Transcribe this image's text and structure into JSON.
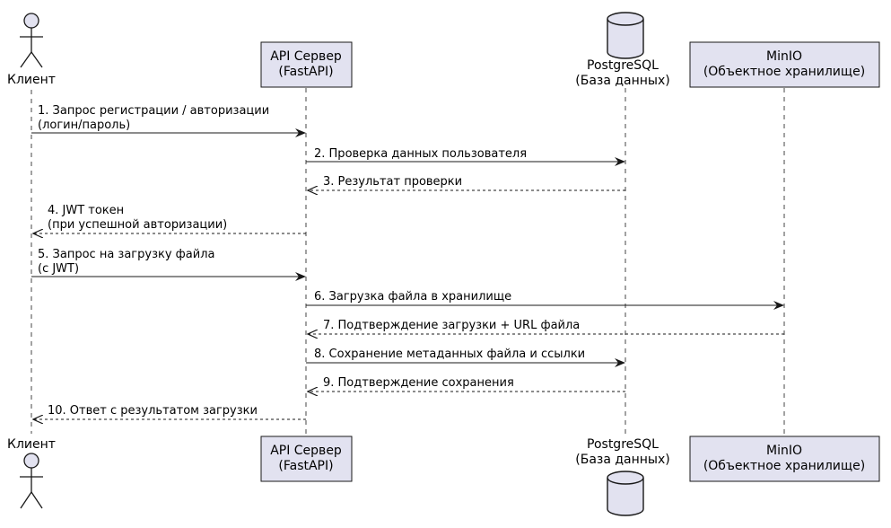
{
  "participants": {
    "client": {
      "label": "Клиент",
      "kind": "actor"
    },
    "api": {
      "line1": "API Сервер",
      "line2": "(FastAPI)",
      "kind": "box"
    },
    "db": {
      "line1": "PostgreSQL",
      "line2": "(База данных)",
      "kind": "database"
    },
    "minio": {
      "line1": "MinIO",
      "line2": "(Объектное хранилище)",
      "kind": "box"
    }
  },
  "messages": [
    {
      "from": "client",
      "to": "api",
      "style": "solid",
      "lines": [
        "1. Запрос регистрации / авторизации",
        "(логин/пароль)"
      ]
    },
    {
      "from": "api",
      "to": "db",
      "style": "solid",
      "lines": [
        "2. Проверка данных пользователя"
      ]
    },
    {
      "from": "db",
      "to": "api",
      "style": "dashed",
      "lines": [
        "3. Результат проверки"
      ]
    },
    {
      "from": "api",
      "to": "client",
      "style": "dashed",
      "lines": [
        "4. JWT токен",
        "(при успешной авторизации)"
      ]
    },
    {
      "from": "client",
      "to": "api",
      "style": "solid",
      "lines": [
        "5. Запрос на загрузку файла",
        "(с JWT)"
      ]
    },
    {
      "from": "api",
      "to": "minio",
      "style": "solid",
      "lines": [
        "6. Загрузка файла в хранилище"
      ]
    },
    {
      "from": "minio",
      "to": "api",
      "style": "dashed",
      "lines": [
        "7. Подтверждение загрузки + URL файла"
      ]
    },
    {
      "from": "api",
      "to": "db",
      "style": "solid",
      "lines": [
        "8. Сохранение метаданных файла и ссылки"
      ]
    },
    {
      "from": "db",
      "to": "api",
      "style": "dashed",
      "lines": [
        "9. Подтверждение сохранения"
      ]
    },
    {
      "from": "api",
      "to": "client",
      "style": "dashed",
      "lines": [
        "10. Ответ с результатом загрузки"
      ]
    }
  ],
  "colors": {
    "participant_fill": "#e2e2f0",
    "participant_border": "#181818",
    "lifeline": "#181818",
    "arrow": "#181818"
  }
}
